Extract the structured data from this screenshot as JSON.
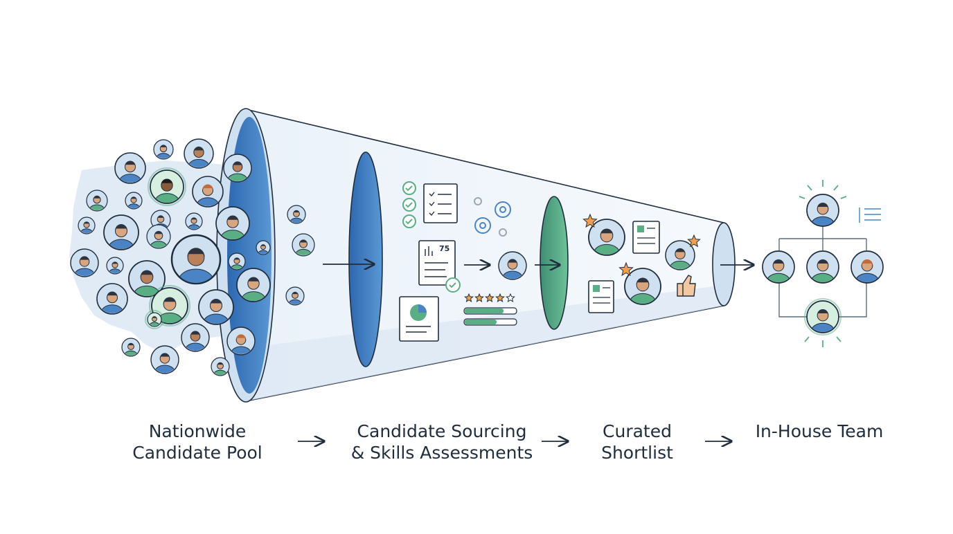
{
  "stages": [
    {
      "line1": "Nationwide",
      "line2": "Candidate Pool"
    },
    {
      "line1": "Candidate Sourcing",
      "line2": "& Skills Assessments"
    },
    {
      "line1": "Curated",
      "line2": "Shortlist"
    },
    {
      "line1": "In-House Team",
      "line2": ""
    }
  ],
  "assessment_score": "75",
  "rating_stars": 5,
  "colors": {
    "navy": "#1f2d3d",
    "blue": "#4a84c4",
    "blue_light": "#cfe0f1",
    "green": "#5aae83",
    "green_light": "#d6efe1",
    "orange": "#f0a04b",
    "gray": "#9aa8b5"
  }
}
